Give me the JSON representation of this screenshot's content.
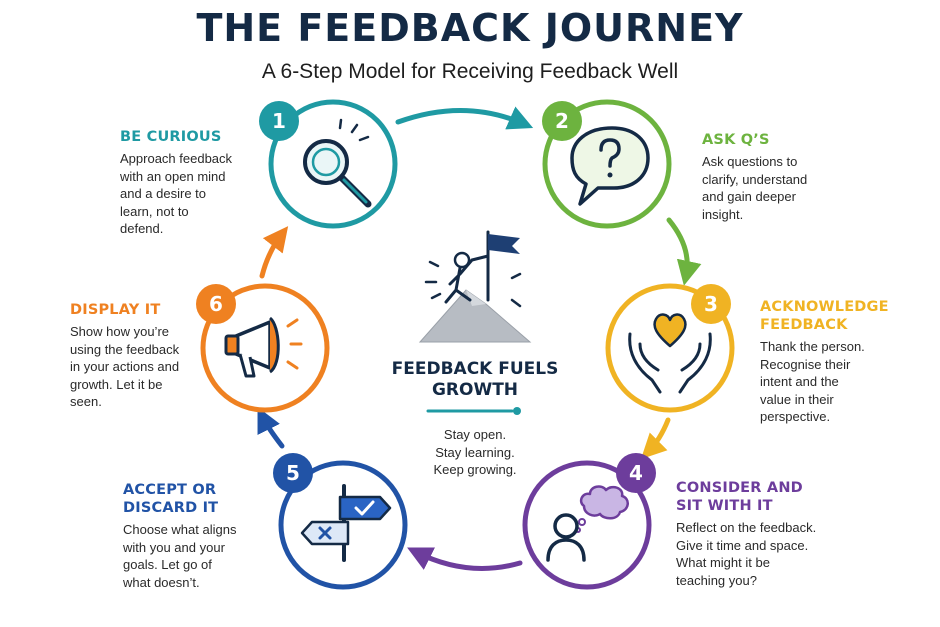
{
  "header": {
    "title": "THE FEEDBACK JOURNEY",
    "subtitle": "A 6-Step Model for Receiving Feedback Well"
  },
  "colors": {
    "step1": "#1f9aa3",
    "step2": "#6db33f",
    "step3": "#f0b323",
    "step4": "#6d3d9c",
    "step5": "#2153a6",
    "step6": "#ef8121",
    "navy": "#142a45"
  },
  "steps": [
    {
      "number": "1",
      "title": "BE CURIOUS",
      "icon": "magnifying-glass-icon",
      "lines": [
        "Approach feedback",
        "with an open mind",
        "and a desire to",
        "learn, not to",
        "defend."
      ]
    },
    {
      "number": "2",
      "title": "ASK Q’S",
      "icon": "question-bubble-icon",
      "lines": [
        "Ask questions to",
        "clarify, understand",
        "and gain deeper",
        "insight."
      ]
    },
    {
      "number": "3",
      "title_lines": [
        "ACKNOWLEDGE",
        "FEEDBACK"
      ],
      "icon": "hands-heart-icon",
      "lines": [
        "Thank the person.",
        "Recognise their",
        "intent and the",
        "value in their",
        "perspective."
      ]
    },
    {
      "number": "4",
      "title_lines": [
        "CONSIDER AND",
        "SIT WITH IT"
      ],
      "icon": "thinking-person-icon",
      "lines": [
        "Reflect on the feedback.",
        "Give it time and space.",
        "What might it be",
        "teaching you?"
      ]
    },
    {
      "number": "5",
      "title_lines": [
        "ACCEPT OR",
        "DISCARD IT"
      ],
      "icon": "signpost-icon",
      "lines": [
        "Choose what aligns",
        "with you and your",
        "goals. Let go of",
        "what doesn’t."
      ]
    },
    {
      "number": "6",
      "title": "DISPLAY IT",
      "icon": "megaphone-icon",
      "lines": [
        "Show how you’re",
        "using the feedback",
        "in your actions and",
        "growth. Let it be",
        "seen."
      ]
    }
  ],
  "center": {
    "icon": "mountain-climber-flag-icon",
    "title_lines": [
      "FEEDBACK FUELS",
      "GROWTH"
    ],
    "lines": [
      "Stay open.",
      "Stay learning.",
      "Keep growing."
    ]
  }
}
